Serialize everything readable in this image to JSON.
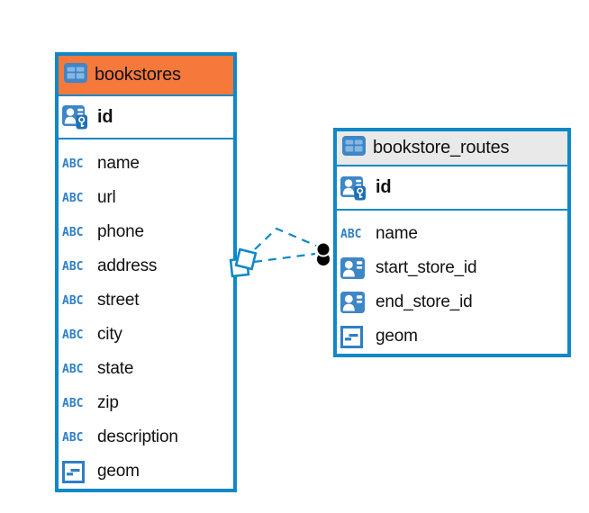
{
  "diagram": {
    "tables": [
      {
        "name": "bookstores",
        "header_color": "#F5793B",
        "keys": [
          {
            "label": "id",
            "type": "pk"
          }
        ],
        "columns": [
          {
            "label": "name",
            "type": "text"
          },
          {
            "label": "url",
            "type": "text"
          },
          {
            "label": "phone",
            "type": "text"
          },
          {
            "label": "address",
            "type": "text"
          },
          {
            "label": "street",
            "type": "text"
          },
          {
            "label": "city",
            "type": "text"
          },
          {
            "label": "state",
            "type": "text"
          },
          {
            "label": "zip",
            "type": "text"
          },
          {
            "label": "description",
            "type": "text"
          },
          {
            "label": "geom",
            "type": "geometry"
          }
        ]
      },
      {
        "name": "bookstore_routes",
        "header_color": "#E9E9E9",
        "keys": [
          {
            "label": "id",
            "type": "pk"
          }
        ],
        "columns": [
          {
            "label": "name",
            "type": "text"
          },
          {
            "label": "start_store_id",
            "type": "fk"
          },
          {
            "label": "end_store_id",
            "type": "fk"
          },
          {
            "label": "geom",
            "type": "geometry"
          }
        ]
      }
    ],
    "relationships": [
      {
        "from_table": "bookstores",
        "to_table": "bookstore_routes",
        "line_style": "dashed"
      },
      {
        "from_table": "bookstores",
        "to_table": "bookstore_routes",
        "line_style": "dashed"
      }
    ]
  },
  "icon_names": {
    "table": "table-icon",
    "pk": "primary-key-icon",
    "fk": "foreign-key-icon",
    "text": "text-type-icon",
    "geometry": "geometry-type-icon"
  },
  "glyphs": {
    "text_type": "ABC"
  },
  "colors": {
    "accent": "#1088C8",
    "icon_blue": "#3E86C6",
    "icon_blue_light": "#85B7E2",
    "icon_text_blue": "#2E7FC4",
    "key_badge_blue": "#1E6FB5",
    "selected_header_orange": "#F5793B",
    "header_gray": "#E9E9E9",
    "text": "#111111",
    "marker_black": "#000000",
    "background": "#FFFFFF"
  }
}
